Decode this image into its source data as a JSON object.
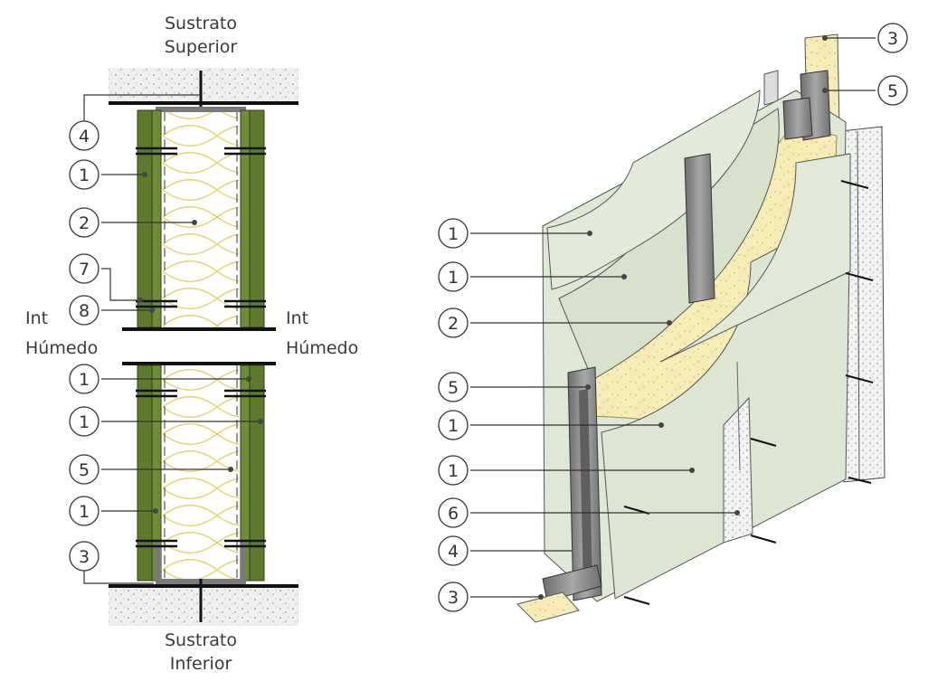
{
  "section": {
    "top_substrate": [
      "Sustrato",
      "Superior"
    ],
    "bottom_substrate": [
      "Sustrato",
      "Inferior"
    ],
    "left_side": [
      "Int",
      "Húmedo"
    ],
    "right_side": [
      "Int",
      "Húmedo"
    ],
    "callouts": [
      "4",
      "1",
      "2",
      "7",
      "8",
      "1",
      "1",
      "5",
      "1",
      "3"
    ]
  },
  "isometric": {
    "callouts_left": [
      "1",
      "1",
      "2",
      "5",
      "1",
      "1",
      "6",
      "4",
      "3"
    ],
    "callouts_top": [
      "3",
      "5"
    ]
  },
  "colors": {
    "board_green": "#5e7a2c",
    "board_pale": "#dde6d3",
    "insulation": "#f2ecc6",
    "steel": "#8a8a8a",
    "concrete": "#ececec"
  }
}
